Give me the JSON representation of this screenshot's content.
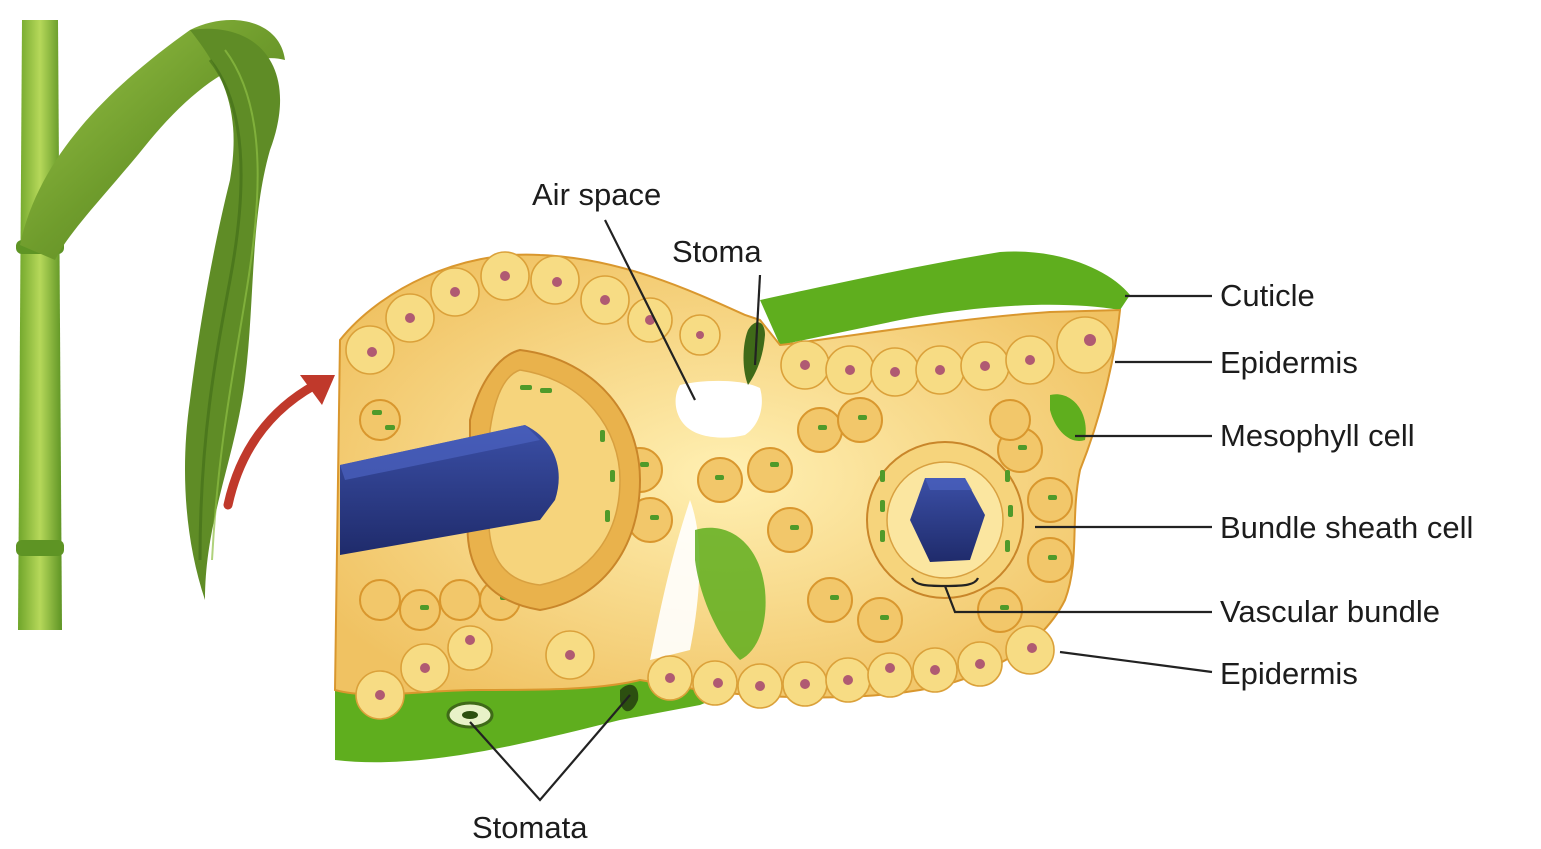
{
  "labels": {
    "air_space": "Air space",
    "stoma": "Stoma",
    "cuticle": "Cuticle",
    "epidermis_upper": "Epidermis",
    "mesophyll_cell": "Mesophyll cell",
    "bundle_sheath_cell": "Bundle sheath cell",
    "vascular_bundle": "Vascular bundle",
    "epidermis_lower": "Epidermis",
    "stomata": "Stomata"
  },
  "colors": {
    "leaf_green": "#7fb52c",
    "cuticle_green": "#5fae1e",
    "cell_yellow": "#f2c76a",
    "vascular_blue": "#2f3f8f",
    "arrow_red": "#c0392b",
    "nucleus": "#b05a72"
  }
}
